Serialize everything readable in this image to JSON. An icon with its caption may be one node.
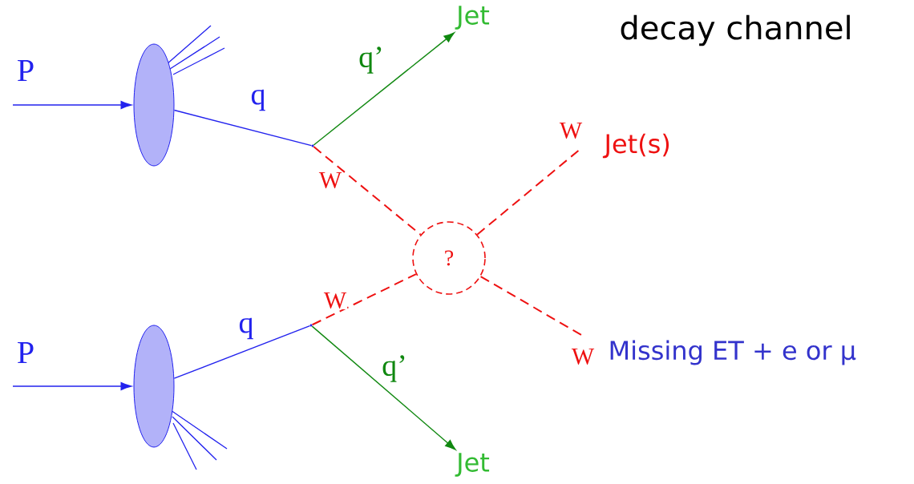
{
  "diagram": {
    "title": "decay channel",
    "nodes": [
      {
        "text": [],
        "shape": "ellipse"
      },
      {
        "text": [],
        "shape": "ellipse"
      },
      {
        "text": [],
        "shape": "point"
      },
      {
        "text": [],
        "shape": "point"
      },
      {
        "text": [
          "Jet"
        ]
      },
      {
        "text": [
          "Jet"
        ]
      },
      {
        "text": [
          "?"
        ]
      }
    ],
    "edges": [
      {
        "from": null,
        "to": 0,
        "arrow": "to",
        "label": "P",
        "color": "#2222ee"
      },
      {
        "from": null,
        "to": 1,
        "arrow": "to",
        "label": "P",
        "color": "#2222ee"
      },
      {
        "from": 0,
        "to": 2,
        "arrow": "none",
        "label": "q",
        "color": "#2222ee"
      },
      {
        "from": 1,
        "to": 3,
        "arrow": "none",
        "label": "q",
        "color": "#2222ee"
      },
      {
        "from": 2,
        "to": 4,
        "arrow": "to",
        "label": "q’",
        "color": "#108810"
      },
      {
        "from": 3,
        "to": 5,
        "arrow": "to",
        "label": "q’",
        "color": "#108810"
      },
      {
        "from": 2,
        "to": 6,
        "arrow": "none",
        "label": "W",
        "style": "dashed",
        "color": "#ee1111"
      },
      {
        "from": 3,
        "to": 6,
        "arrow": "none",
        "label": "W",
        "style": "dashed",
        "color": "#ee1111"
      },
      {
        "from": 6,
        "to": null,
        "arrow": "none",
        "label": "W",
        "style": "dashed",
        "color": "#ee1111"
      },
      {
        "from": 6,
        "to": null,
        "arrow": "none",
        "label": "W",
        "style": "dashed",
        "color": "#ee1111"
      }
    ],
    "labels": [
      "Jet(s)",
      "Missing ET + e or μ"
    ]
  }
}
